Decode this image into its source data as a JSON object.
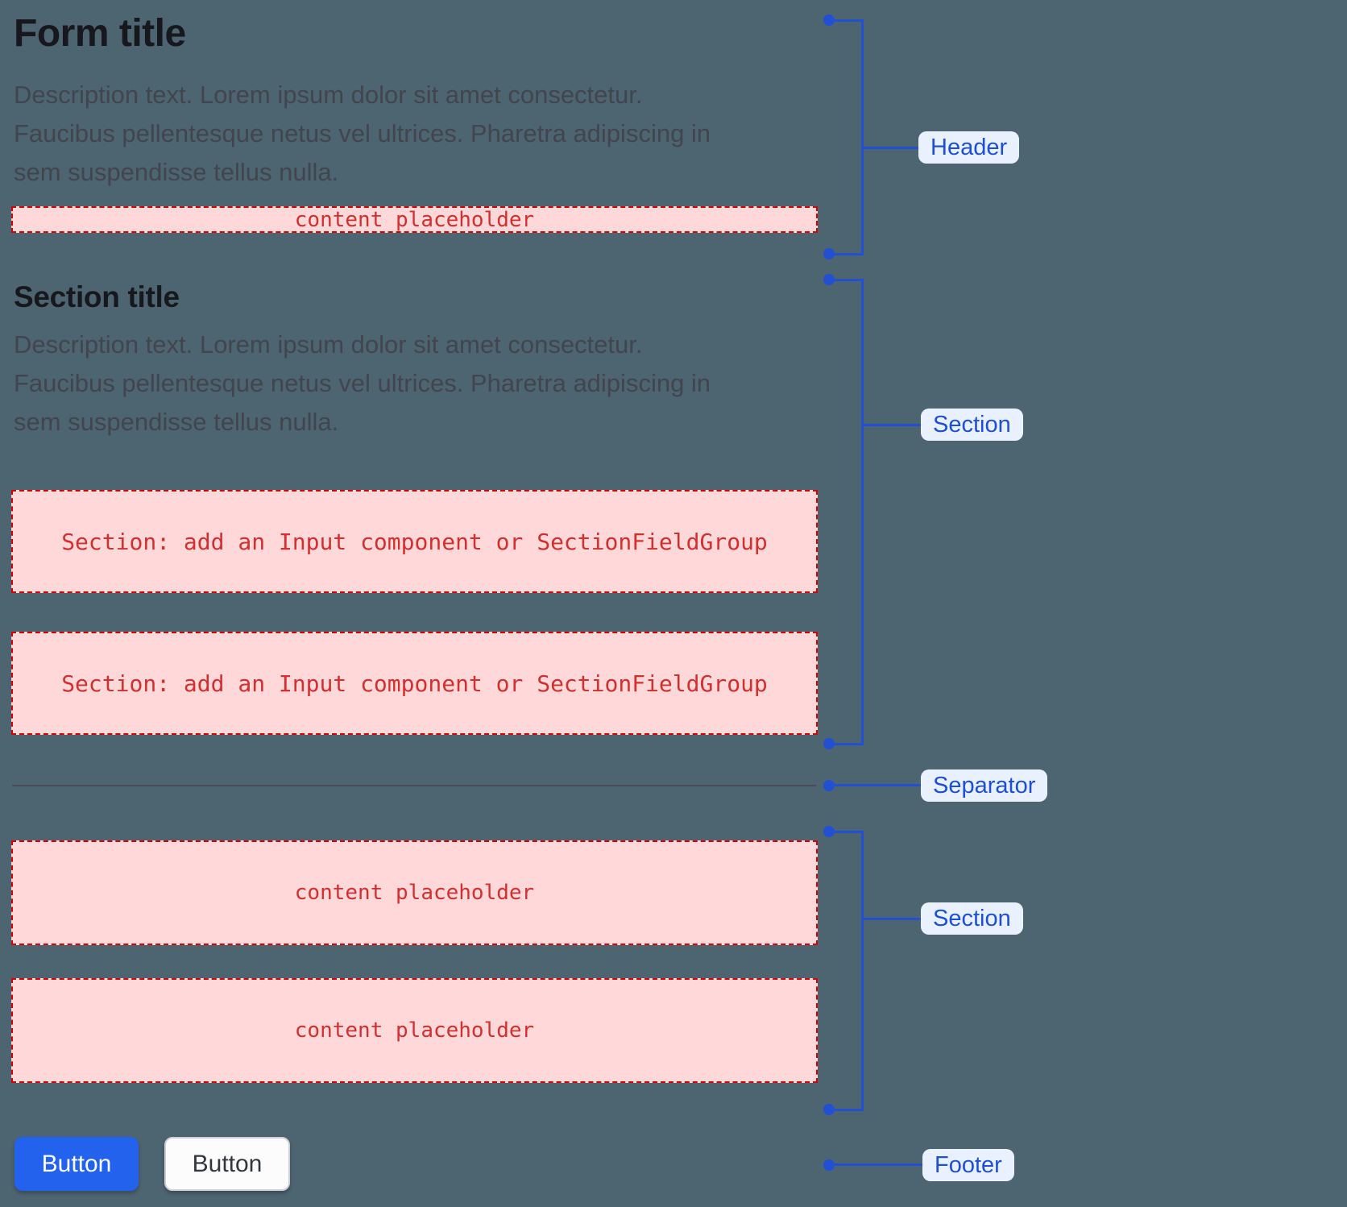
{
  "canvas": {
    "background": "#4d6471"
  },
  "form": {
    "header": {
      "title": "Form title",
      "description": "Description text. Lorem ipsum dolor sit amet consectetur.\nFaucibus pellentesque netus vel ultrices. Pharetra adipiscing in\nsem suspendisse tellus nulla.",
      "placeholder": "content placeholder"
    },
    "section": {
      "title": "Section title",
      "description": "Description text. Lorem ipsum dolor sit amet consectetur.\nFaucibus pellentesque netus vel ultrices. Pharetra adipiscing in\nsem suspendisse tellus nulla.",
      "placeholder_1": "Section: add an Input component or SectionFieldGroup",
      "placeholder_2": "Section: add an Input component or SectionFieldGroup"
    },
    "section2": {
      "placeholder_1": "content placeholder",
      "placeholder_2": "content placeholder"
    },
    "footer": {
      "primary_button_label": "Button",
      "secondary_button_label": "Button"
    }
  },
  "annotations": {
    "header_label": "Header",
    "section_label": "Section",
    "separator_label": "Separator",
    "section2_label": "Section",
    "footer_label": "Footer",
    "accent_color": "#2250d4",
    "label_bg": "#eaf1fe",
    "label_text_color": "#1d4fd7",
    "placeholder_bg": "#ffd9d9",
    "placeholder_border": "#d40000",
    "placeholder_text_color": "#d32f2f"
  }
}
